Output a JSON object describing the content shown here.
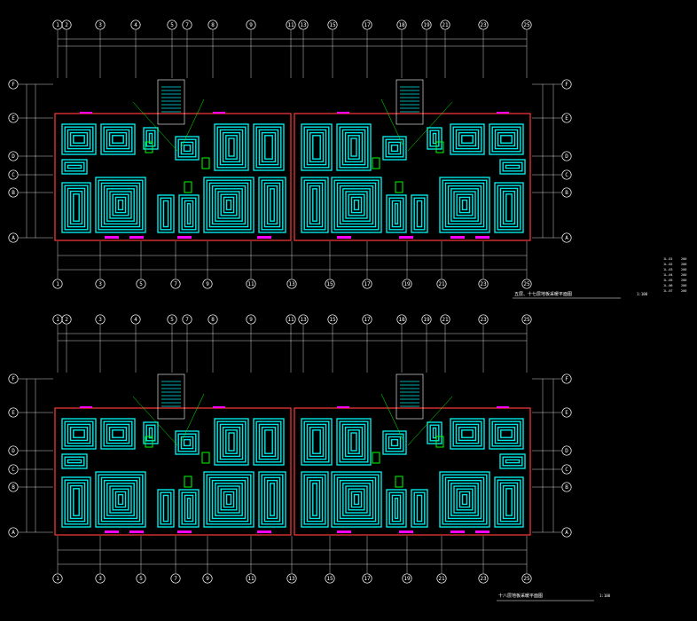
{
  "plans": [
    {
      "top_axes": [
        "1",
        "2",
        "3",
        "4",
        "5",
        "7",
        "8",
        "9",
        "11",
        "13",
        "15",
        "17",
        "18",
        "19",
        "21",
        "23",
        "25"
      ],
      "bottom_axes": [
        "1",
        "3",
        "5",
        "7",
        "9",
        "11",
        "13",
        "15",
        "17",
        "19",
        "21",
        "23",
        "25"
      ],
      "left_axes": [
        "F",
        "E",
        "D",
        "C",
        "B",
        "A"
      ],
      "right_axes": [
        "F",
        "E",
        "D",
        "C",
        "B",
        "A"
      ],
      "title": "五层、十七层地板采暖平面图",
      "scale": "1:100"
    },
    {
      "top_axes": [
        "1",
        "2",
        "3",
        "4",
        "5",
        "7",
        "8",
        "9",
        "11",
        "13",
        "15",
        "17",
        "18",
        "19",
        "21",
        "23",
        "25"
      ],
      "bottom_axes": [
        "1",
        "3",
        "5",
        "7",
        "9",
        "11",
        "13",
        "15",
        "17",
        "19",
        "21",
        "23",
        "25"
      ],
      "left_axes": [
        "F",
        "E",
        "D",
        "C",
        "B",
        "A"
      ],
      "right_axes": [
        "F",
        "E",
        "D",
        "C",
        "B",
        "A"
      ],
      "title": "十八层地板采暖平面图",
      "scale": "1:100"
    }
  ],
  "legend": [
    {
      "code": "1L-01",
      "val": "200"
    },
    {
      "code": "1L-02",
      "val": "200"
    },
    {
      "code": "1L-03",
      "val": "200"
    },
    {
      "code": "1L-04",
      "val": "200"
    },
    {
      "code": "1L-05",
      "val": "200"
    },
    {
      "code": "1L-06",
      "val": "200"
    },
    {
      "code": "1L-07",
      "val": "200"
    }
  ],
  "colors": {
    "grid": "#ffffff",
    "wall": "#ff3a3a",
    "pipe": "#00e6e6",
    "note": "#00ff00",
    "fixture": "#ff00ff",
    "bg": "#000000"
  }
}
